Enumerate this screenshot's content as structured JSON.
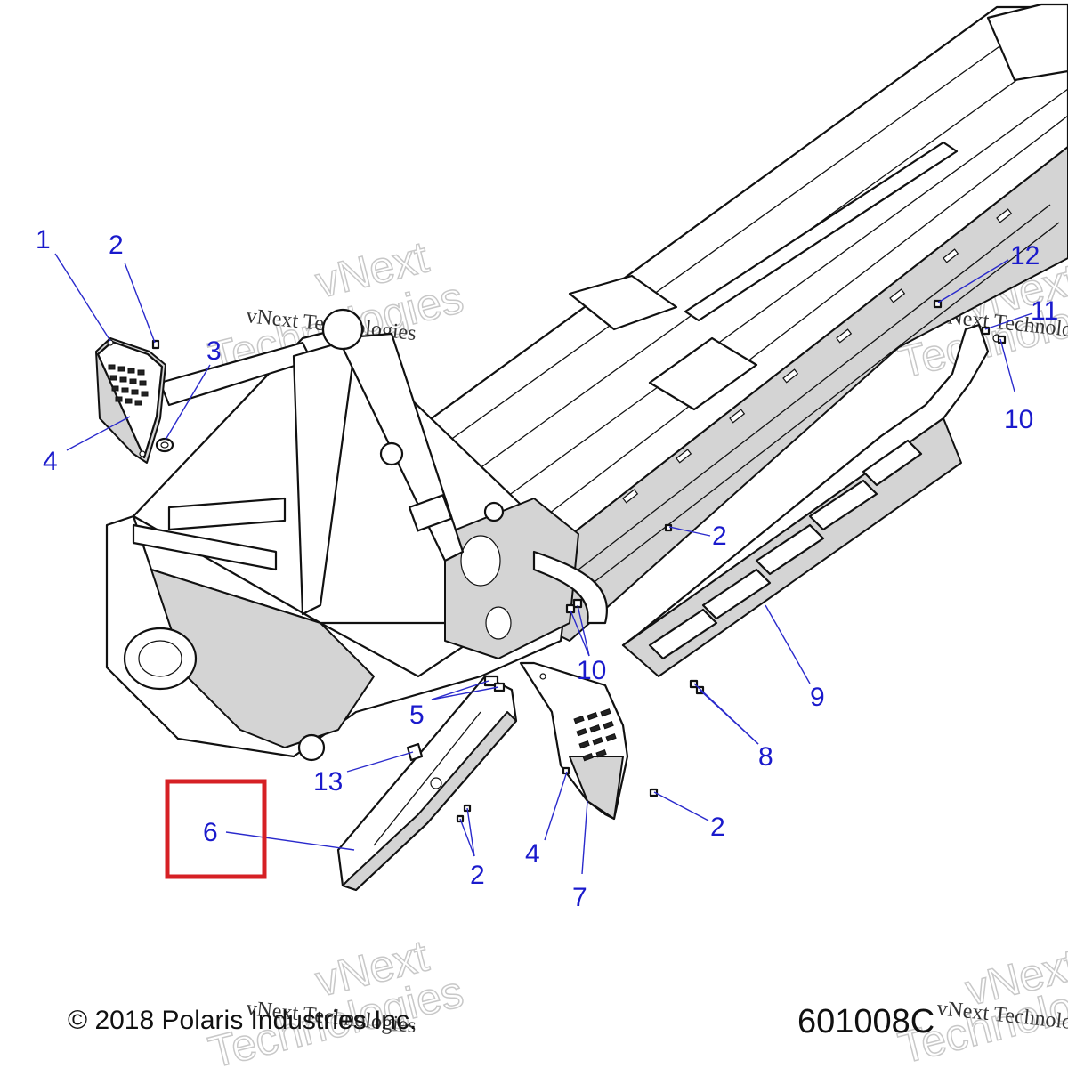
{
  "diagram": {
    "copyright": "© 2018 Polaris Industries Inc.",
    "figure_code": "601008C",
    "watermark": {
      "brand_line1": "vNext",
      "brand_line2": "Technologies",
      "full": "vNext Technologies"
    },
    "callouts": {
      "c1": "1",
      "c2a": "2",
      "c3": "3",
      "c4a": "4",
      "c12": "12",
      "c11": "11",
      "c10a": "10",
      "c2b": "2",
      "c10b": "10",
      "c9": "9",
      "c5": "5",
      "c8": "8",
      "c13": "13",
      "c6": "6",
      "c2c": "2",
      "c4b": "4",
      "c2d": "2",
      "c7": "7"
    },
    "highlight_color": "#d62024",
    "callout_color": "#1a1acc"
  }
}
